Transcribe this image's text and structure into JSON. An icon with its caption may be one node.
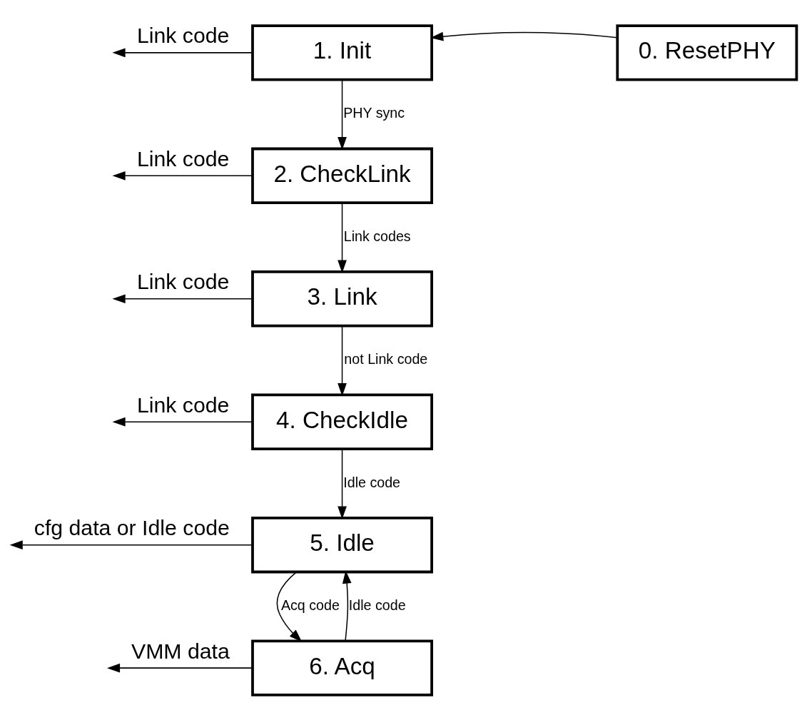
{
  "diagram": {
    "nodes": [
      {
        "text": [
          "0. ResetPHY"
        ]
      },
      {
        "text": [
          "1. Init"
        ]
      },
      {
        "text": [
          "2. CheckLink"
        ]
      },
      {
        "text": [
          "3. Link"
        ]
      },
      {
        "text": [
          "4. CheckIdle"
        ]
      },
      {
        "text": [
          "5. Idle"
        ]
      },
      {
        "text": [
          "6. Acq"
        ]
      }
    ],
    "edges": [
      {
        "from": 0,
        "to": 1,
        "arrow": "to"
      },
      {
        "from": 1,
        "to": null,
        "arrow": "to",
        "label": "Link code"
      },
      {
        "from": 1,
        "to": 2,
        "arrow": "to",
        "label": "PHY sync"
      },
      {
        "from": 2,
        "to": null,
        "arrow": "to",
        "label": "Link code"
      },
      {
        "from": 2,
        "to": 3,
        "arrow": "to",
        "label": "Link codes"
      },
      {
        "from": 3,
        "to": null,
        "arrow": "to",
        "label": "Link code"
      },
      {
        "from": 3,
        "to": 4,
        "arrow": "to",
        "label": "not Link code"
      },
      {
        "from": 4,
        "to": null,
        "arrow": "to",
        "label": "Link code"
      },
      {
        "from": 4,
        "to": 5,
        "arrow": "to",
        "label": "Idle code"
      },
      {
        "from": 5,
        "to": null,
        "arrow": "to",
        "label": "cfg data or Idle code"
      },
      {
        "from": 5,
        "to": 6,
        "arrow": "to",
        "label": "Acq code"
      },
      {
        "from": 6,
        "to": 5,
        "arrow": "to",
        "label": "Idle code"
      },
      {
        "from": 6,
        "to": null,
        "arrow": "to",
        "label": "VMM data"
      }
    ]
  }
}
